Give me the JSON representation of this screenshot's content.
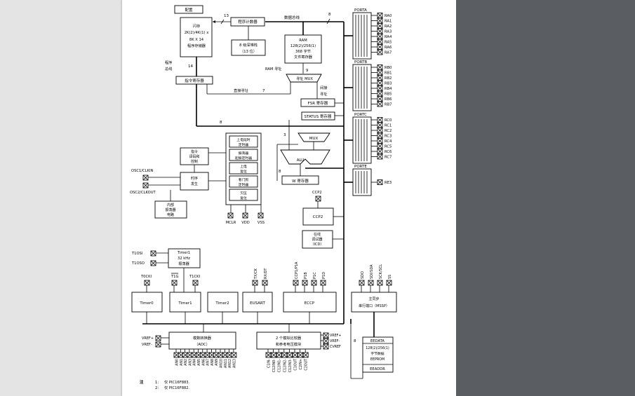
{
  "diagram": {
    "config": "配置",
    "flash": [
      "闪存",
      "2K(2)/4K(1) x",
      "8K X 14",
      "程序存储器"
    ],
    "pc": "程序计数器",
    "stack": [
      "8 级深堆栈",
      "（13 位）"
    ],
    "ram": [
      "RAM",
      "128(2)/256(1)",
      "368 字节",
      "文件寄存器"
    ],
    "data_bus": "数据总线",
    "prog_bus": [
      "程序",
      "总线"
    ],
    "bus_widths": {
      "pc_bus": "13",
      "data_bus": "8",
      "prog_bus": "14",
      "direct_addr": "7",
      "ram_addr": "9",
      "status_bus": "8",
      "alu_in": "3",
      "w_out": "8",
      "eeprom_bus": "8"
    },
    "ram_addr": "RAM 寻址",
    "addr_mux": [
      "寻址 MUX"
    ],
    "instr_reg": "指令寄存器",
    "direct_addr": "直接寻址",
    "indirect_addr": [
      "间接",
      "寻址"
    ],
    "fsr": "FSR 寄存器",
    "status": "STATUS 寄存器",
    "mux": "MUX",
    "alu": "ALU",
    "w_reg": "W 寄存器",
    "timers_box": [
      "上电延时",
      "定时器",
      "振荡器",
      "起振定时器",
      "上电",
      "复位",
      "看门狗",
      "定时器",
      "欠压",
      "复位"
    ],
    "decode": [
      "指令",
      "译码和",
      "控制"
    ],
    "timing": [
      "时序",
      "发生"
    ],
    "internal_osc": [
      "内部",
      "振荡器",
      "电路"
    ],
    "osc1": "OSC1/CLKIN",
    "osc2": "OSC2/CLKOUT",
    "mclr_pins": [
      "MCLR",
      "VDD",
      "VSS"
    ],
    "ccp2_pin": "CCP2",
    "ccp2": "CCP2",
    "icd": [
      "在线",
      "调试器",
      "（ICD）"
    ],
    "porta": {
      "name": "PORTA",
      "pins": [
        "RA0",
        "RA1",
        "RA2",
        "RA3",
        "RA4",
        "RA5",
        "RA6",
        "RA7"
      ]
    },
    "portb": {
      "name": "PORTB",
      "pins": [
        "RB0",
        "RB1",
        "RB2",
        "RB3",
        "RB4",
        "RB5",
        "RB6",
        "RB7"
      ]
    },
    "portc": {
      "name": "PORTC",
      "pins": [
        "RC0",
        "RC1",
        "RC2",
        "RC3",
        "RC4",
        "RC5",
        "RC6",
        "RC7"
      ]
    },
    "porte": {
      "name": "PORTE",
      "pins": [
        "RE3"
      ]
    },
    "t1osi": "T1OSI",
    "t1oso": "T1OSO",
    "timer1_osc": [
      "Timer1",
      "32 kHz",
      "振荡器"
    ],
    "t0cki": "T0CKI",
    "t1g": "T1G",
    "t1cki": "T1CKI",
    "timer0": "Timer0",
    "timer1": "Timer1",
    "timer2": "Timer2",
    "eusart_pins": [
      "TX/CK",
      "RX/DT"
    ],
    "eusart": "EUSART",
    "eccp_pins": [
      "CCP1/P1A",
      "P1B",
      "P1C",
      "P1D"
    ],
    "eccp": "ECCP",
    "mssp_pins": [
      "SDO",
      "SDI/SDA",
      "SCK/SCL",
      "SS"
    ],
    "mssp": [
      "主同步",
      "串行端口（MSSP）"
    ],
    "adc": [
      "模数转换器",
      "（ADC）"
    ],
    "adc_vref": [
      "VREF+",
      "VREF-"
    ],
    "an_pins": [
      "AN0",
      "AN1",
      "AN2",
      "AN3",
      "AN4",
      "AN5",
      "AN6",
      "AN7",
      "AN8",
      "AN9",
      "AN10",
      "AN11",
      "AN12",
      "AN13"
    ],
    "comp": [
      "2 个模拟比较器",
      "和参考电压模块"
    ],
    "comp_vref": [
      "VREF+",
      "VREF-",
      "CVREF"
    ],
    "comp_pins": [
      "C1IN-",
      "C12IN0-",
      "C12IN1-",
      "C12IN2-",
      "C12IN3-",
      "C1OUT",
      "C2IN+",
      "C2OUT"
    ],
    "eedata": "EEDATA",
    "eeprom": [
      "128(2)/256(1)",
      "字节数据",
      "EEPROM"
    ],
    "eeaddr": "EEADDR",
    "notes_label": "注",
    "notes": [
      {
        "num": "1：",
        "text": "仅 PIC16F883."
      },
      {
        "num": "2：",
        "text": "仅 PIC16F882."
      }
    ]
  }
}
